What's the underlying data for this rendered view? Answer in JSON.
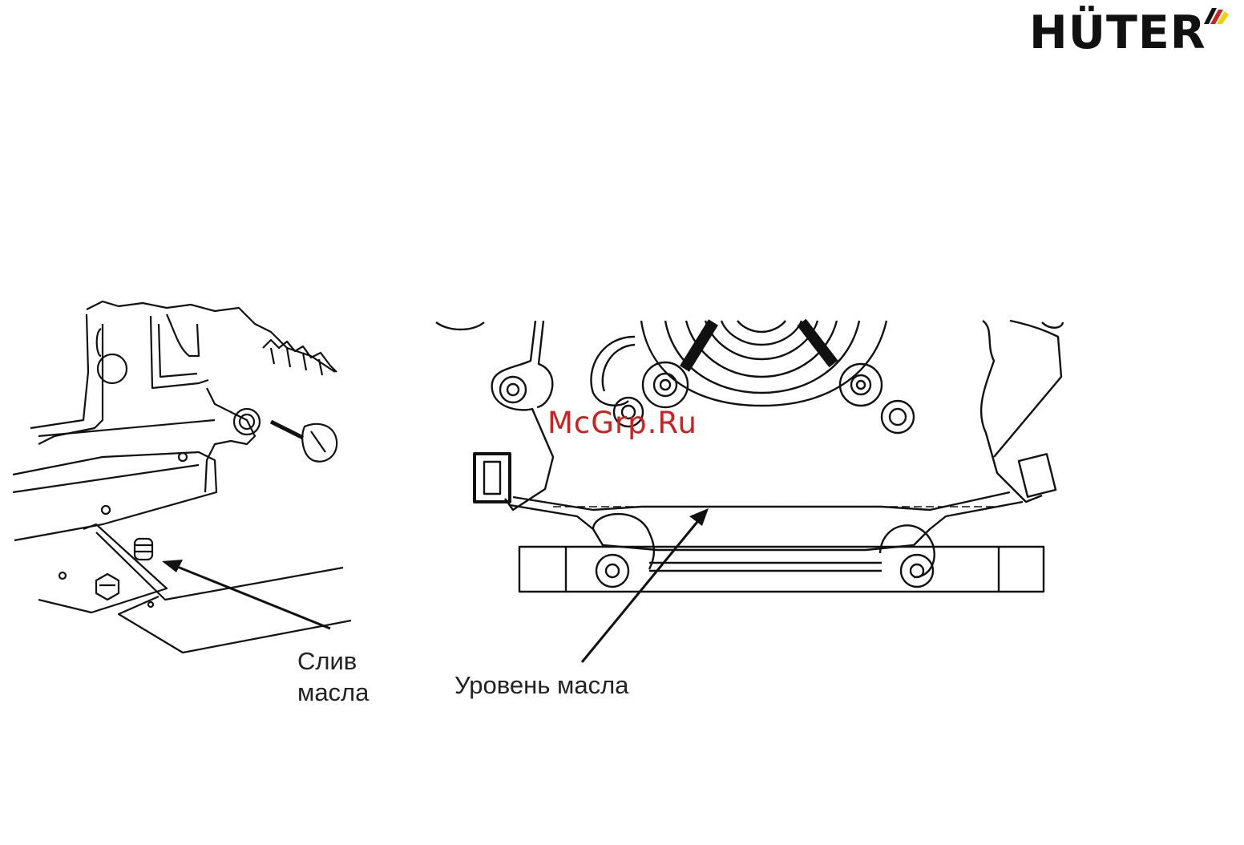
{
  "brand": {
    "logo_text": "HÜTER"
  },
  "figure_left": {
    "label_line1": "Слив",
    "label_line2": "масла"
  },
  "figure_right": {
    "label": "Уровень масла"
  },
  "watermark": "McGrp.Ru",
  "icons": [
    "huter-logo",
    "engine-drain-illustration",
    "engine-oil-level-illustration",
    "arrow-icon"
  ]
}
